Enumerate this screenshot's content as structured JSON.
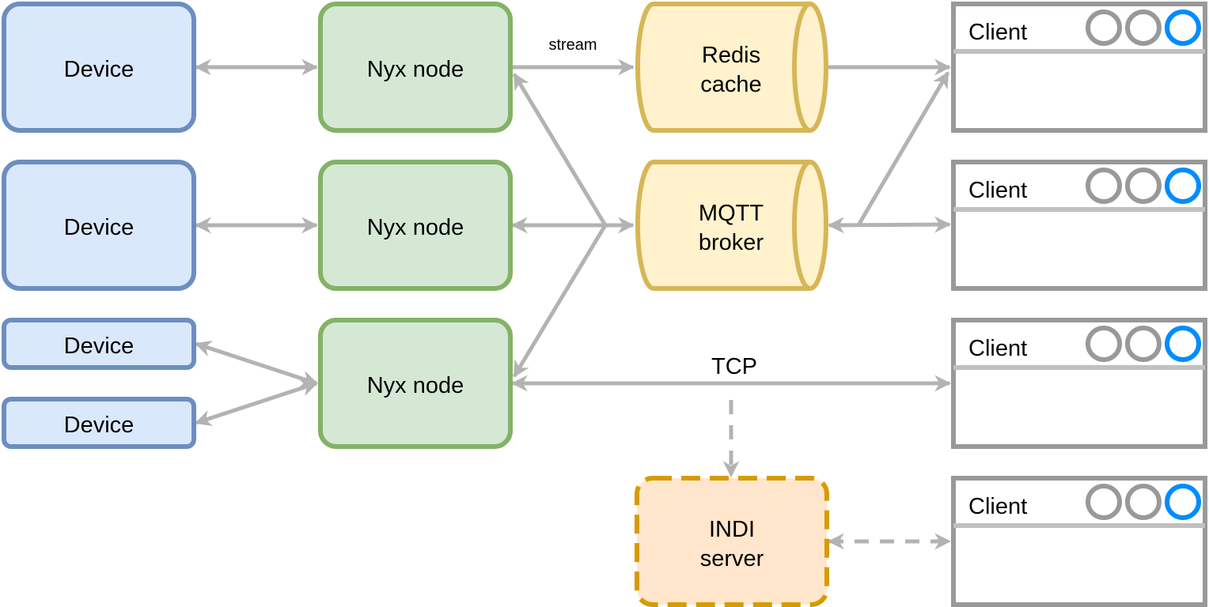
{
  "colors": {
    "device_fill": "#dae8fc",
    "device_stroke": "#6c8ebf",
    "node_fill": "#d5e8d4",
    "node_stroke": "#82b366",
    "store_fill": "#fff2cc",
    "store_stroke": "#d6b656",
    "indi_fill": "#ffe6cc",
    "indi_stroke": "#d79b00",
    "client_stroke": "#999999",
    "client_divider": "#c0c0c0",
    "client_dot_gray": "#999999",
    "client_dot_blue": "#008cff",
    "arrow": "#b3b3b3"
  },
  "devices": [
    {
      "label": "Device"
    },
    {
      "label": "Device"
    },
    {
      "label": "Device"
    },
    {
      "label": "Device"
    }
  ],
  "nodes": [
    {
      "label": "Nyx node"
    },
    {
      "label": "Nyx node"
    },
    {
      "label": "Nyx node"
    }
  ],
  "stores": [
    {
      "line1": "Redis",
      "line2": "cache"
    },
    {
      "line1": "MQTT",
      "line2": "broker"
    }
  ],
  "indi": {
    "line1": "INDI",
    "line2": "server"
  },
  "clients": [
    {
      "title": "Client"
    },
    {
      "title": "Client"
    },
    {
      "title": "Client"
    },
    {
      "title": "Client"
    }
  ],
  "edge_labels": {
    "stream": "stream",
    "tcp": "TCP"
  }
}
